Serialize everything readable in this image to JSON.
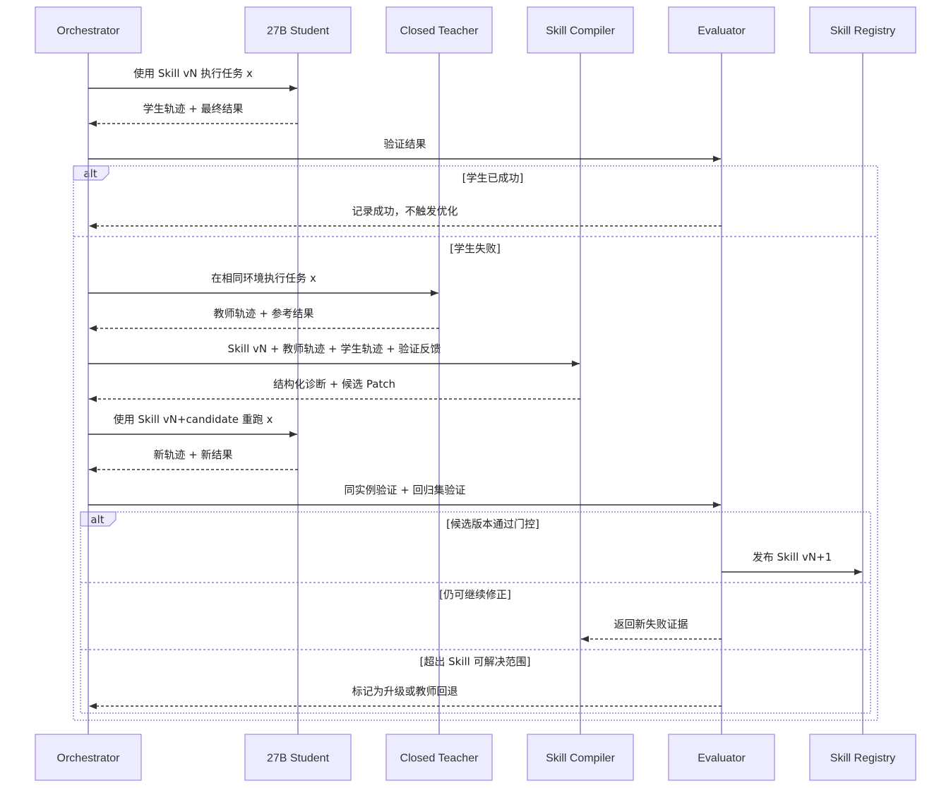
{
  "diagram": {
    "participants": [
      {
        "id": "orch",
        "label": "Orchestrator"
      },
      {
        "id": "student",
        "label": "27B Student"
      },
      {
        "id": "teacher",
        "label": "Closed Teacher"
      },
      {
        "id": "compiler",
        "label": "Skill Compiler"
      },
      {
        "id": "evaluator",
        "label": "Evaluator"
      },
      {
        "id": "registry",
        "label": "Skill Registry"
      }
    ],
    "messages": [
      {
        "from": "orch",
        "to": "student",
        "label": "使用 Skill vN 执行任务 x",
        "style": "solid"
      },
      {
        "from": "student",
        "to": "orch",
        "label": "学生轨迹 + 最终结果",
        "style": "dashed"
      },
      {
        "from": "orch",
        "to": "evaluator",
        "label": "验证结果",
        "style": "solid"
      },
      {
        "from": "evaluator",
        "to": "orch",
        "label": "记录成功，不触发优化",
        "style": "dashed"
      },
      {
        "from": "orch",
        "to": "teacher",
        "label": "在相同环境执行任务 x",
        "style": "solid"
      },
      {
        "from": "teacher",
        "to": "orch",
        "label": "教师轨迹 + 参考结果",
        "style": "dashed"
      },
      {
        "from": "orch",
        "to": "compiler",
        "label": "Skill vN + 教师轨迹 + 学生轨迹 + 验证反馈",
        "style": "solid"
      },
      {
        "from": "compiler",
        "to": "orch",
        "label": "结构化诊断 + 候选 Patch",
        "style": "dashed"
      },
      {
        "from": "orch",
        "to": "student",
        "label": "使用 Skill vN+candidate 重跑 x",
        "style": "solid"
      },
      {
        "from": "student",
        "to": "orch",
        "label": "新轨迹 + 新结果",
        "style": "dashed"
      },
      {
        "from": "orch",
        "to": "evaluator",
        "label": "同实例验证 + 回归集验证",
        "style": "solid"
      },
      {
        "from": "evaluator",
        "to": "registry",
        "label": "发布 Skill vN+1",
        "style": "solid"
      },
      {
        "from": "evaluator",
        "to": "compiler",
        "label": "返回新失败证据",
        "style": "dashed"
      },
      {
        "from": "evaluator",
        "to": "orch",
        "label": "标记为升级或教师回退",
        "style": "dashed"
      }
    ],
    "frames": [
      {
        "keyword": "alt",
        "conditions": [
          "[学生已成功]",
          "[学生失败]"
        ]
      },
      {
        "keyword": "alt",
        "conditions": [
          "[候选版本通过门控]",
          "[仍可继续修正]",
          "[超出 Skill 可解决范围]"
        ]
      }
    ],
    "colors": {
      "actor_fill": "#ECECFF",
      "actor_border": "#9370DB",
      "lifeline": "#8a80cc",
      "frame_border": "#6c6cd1",
      "arrow": "#333333"
    }
  }
}
